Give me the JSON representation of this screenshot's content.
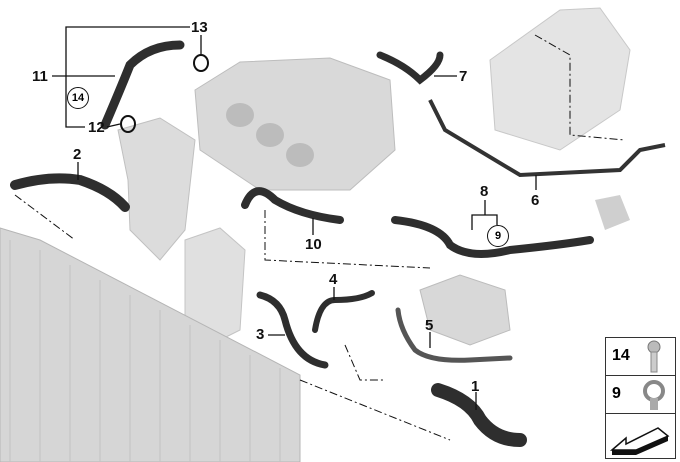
{
  "diagram": {
    "callouts": {
      "c1": "1",
      "c2": "2",
      "c3": "3",
      "c4": "4",
      "c5": "5",
      "c6": "6",
      "c7": "7",
      "c8": "8",
      "c9": "9",
      "c10": "10",
      "c11": "11",
      "c12": "12",
      "c13": "13",
      "c14": "14"
    },
    "legend": [
      {
        "number": "14",
        "part": "screw-icon"
      },
      {
        "number": "9",
        "part": "clamp-icon"
      },
      {
        "number": "",
        "part": "arrow-icon"
      }
    ]
  }
}
